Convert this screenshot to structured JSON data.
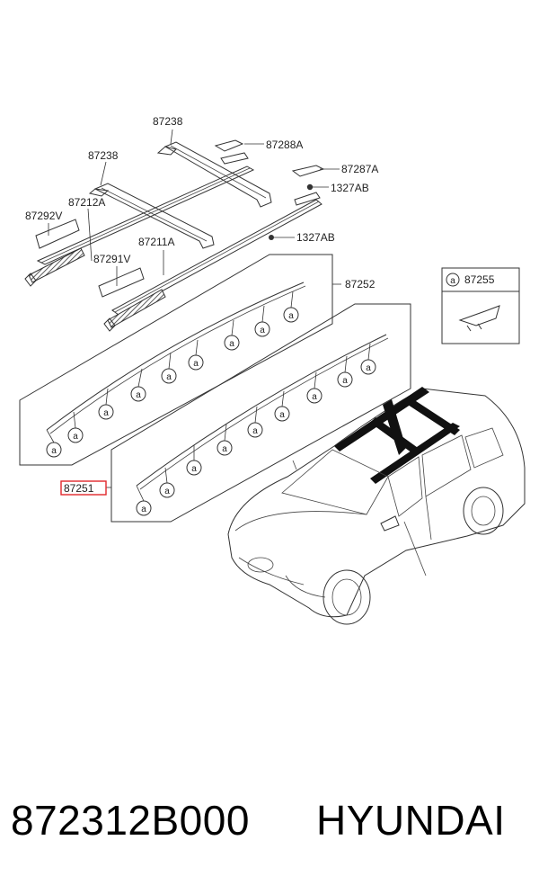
{
  "parts": {
    "p87238_top": "87238",
    "p87238_left": "87238",
    "p87288A": "87288A",
    "p87287A": "87287A",
    "p1327AB_upper": "1327AB",
    "p1327AB_lower": "1327AB",
    "p87212A": "87212A",
    "p87292V": "87292V",
    "p87211A": "87211A",
    "p87291V": "87291V",
    "p87252": "87252",
    "p87251": "87251",
    "p87255": "87255"
  },
  "clip_letter": "a",
  "footer": {
    "part_number": "872312B000",
    "brand": "HYUNDAI"
  },
  "colors": {
    "highlight": "#e0262b",
    "line": "#333333"
  }
}
